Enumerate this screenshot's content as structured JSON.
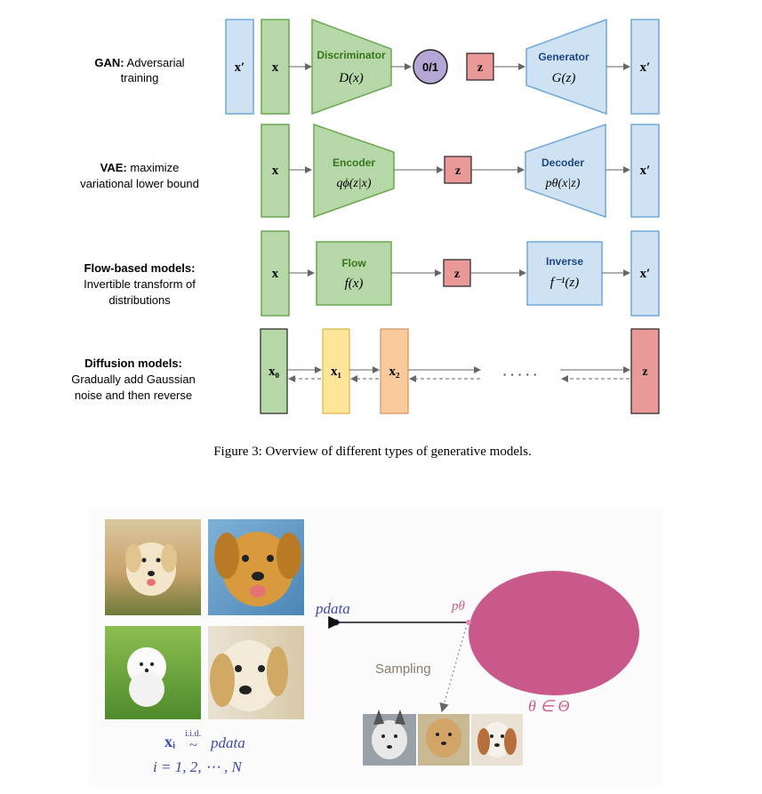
{
  "rows": {
    "gan": {
      "label_bold": "GAN:",
      "label_rest": "Adversarial",
      "label_line2": "training",
      "x_prime_in": "x′",
      "x_in": "x",
      "disc_title": "Discriminator",
      "disc_fn": "D(x)",
      "output": "0/1",
      "z": "z",
      "gen_title": "Generator",
      "gen_fn": "G(z)",
      "x_prime_out": "x′"
    },
    "vae": {
      "label_bold": "VAE:",
      "label_rest": "maximize",
      "label_line2": "variational lower bound",
      "x_in": "x",
      "enc_title": "Encoder",
      "enc_fn": "qϕ(z|x)",
      "z": "z",
      "dec_title": "Decoder",
      "dec_fn": "pθ(x|z)",
      "x_prime_out": "x′"
    },
    "flow": {
      "label_bold": "Flow-based models:",
      "label_line2": "Invertible transform of",
      "label_line3": "distributions",
      "x_in": "x",
      "flow_title": "Flow",
      "flow_fn": "f(x)",
      "z": "z",
      "inv_title": "Inverse",
      "inv_fn": "f⁻¹(z)",
      "x_prime_out": "x′"
    },
    "diffusion": {
      "label_bold": "Diffusion models:",
      "label_line2": "Gradually add Gaussian",
      "label_line3": "noise and then reverse",
      "x0": "x₀",
      "x1": "x₁",
      "x2": "x₂",
      "dots": "· · · · ·",
      "z": "z"
    }
  },
  "caption": "Figure 3: Overview of different types of generative models.",
  "bottom": {
    "p_data": "pdata",
    "p_theta": "pθ",
    "sampling": "Sampling",
    "theta_set": "θ ∈ Θ",
    "iid_line1_left": "xᵢ",
    "iid_sup": "i.i.d.",
    "iid_tilde": "~",
    "iid_line1_right": "pdata",
    "iid_line2": "i = 1, 2, ⋯ , N"
  },
  "colors": {
    "green_fill": "#b6d7a8",
    "green_stroke": "#6aa84f",
    "blue_fill": "#cfe2f3",
    "blue_stroke": "#6fa8dc",
    "red_fill": "#ea9999",
    "yellow_fill": "#ffe599",
    "orange_fill": "#f9cb9c",
    "purple_fill": "#b4a7d6",
    "ellipse": "#c9598a"
  }
}
